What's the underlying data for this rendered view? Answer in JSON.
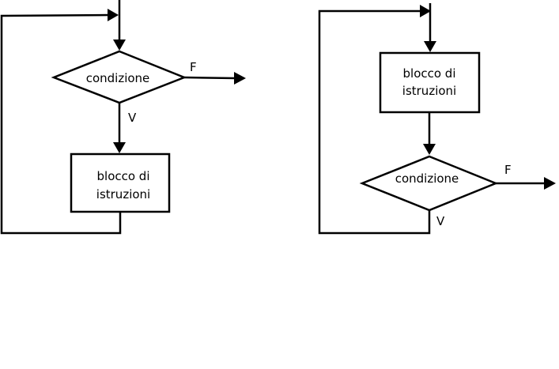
{
  "diagrams": [
    {
      "condition": "condizione",
      "block_line1": "blocco di",
      "block_line2": "istruzioni",
      "false_label": "F",
      "true_label": "V"
    },
    {
      "condition": "condizione",
      "block_line1": "blocco di",
      "block_line2": "istruzioni",
      "false_label": "F",
      "true_label": "V"
    }
  ]
}
